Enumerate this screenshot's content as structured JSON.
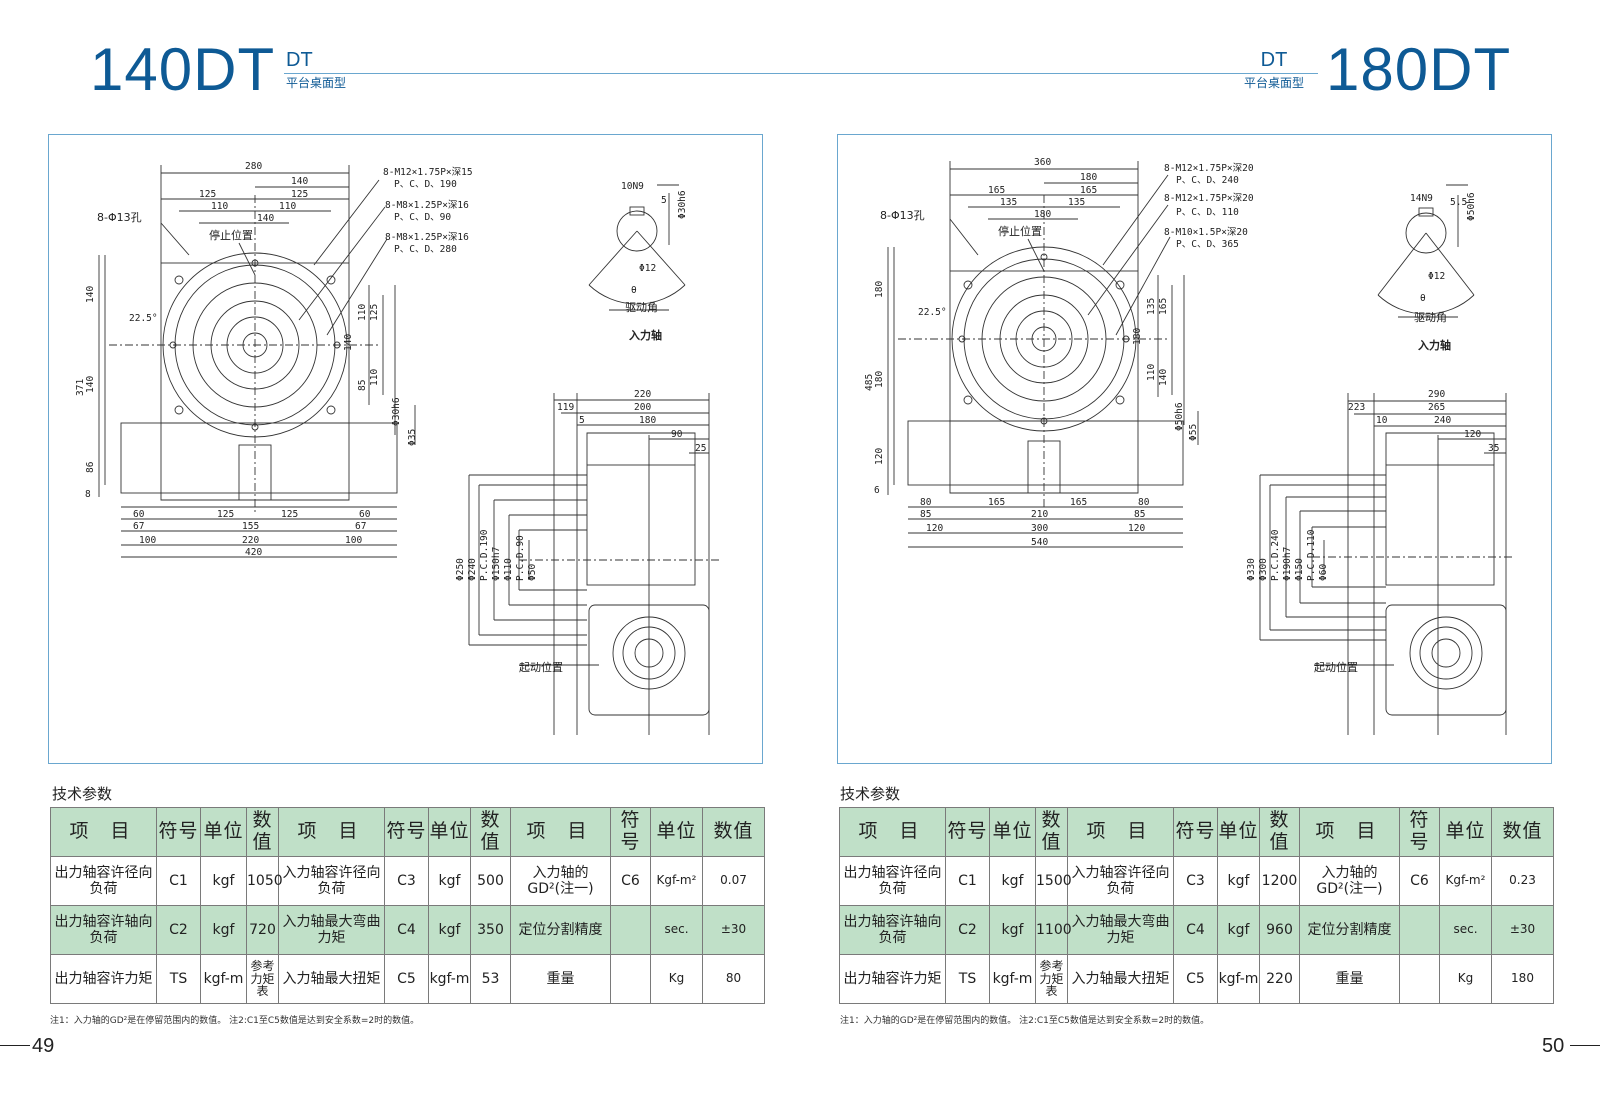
{
  "left_page": {
    "model": "140DT",
    "series_code": "DT",
    "series_name": "平台桌面型",
    "section_title": "技术参数",
    "footnote": "注1：入力轴的GD²是在停留范围内的数值。   注2:C1至C5数值是达到安全系数=2时的数值。",
    "page_number": "49",
    "drawing": {
      "top_dims": [
        "280",
        "140",
        "125",
        "125",
        "110",
        "110",
        "140"
      ],
      "hole_label": "8-Φ13孔",
      "stop_label": "停止位置",
      "angle_label": "22.5°",
      "bolt_notes": [
        "8-M12×1.75P×深15",
        "P、C、D、190",
        "8-M8×1.25P×深16",
        "P、C、D、90",
        "8-M8×1.25P×深16",
        "P、C、D、280"
      ],
      "left_dims": [
        "140",
        "140",
        "371",
        "86",
        "8"
      ],
      "right_dims": [
        "125",
        "110",
        "140",
        "110",
        "85",
        "Φ30h6",
        "Φ35"
      ],
      "bottom_dims": [
        "60",
        "67",
        "100",
        "125",
        "125",
        "155",
        "220",
        "420",
        "60",
        "67",
        "100"
      ],
      "shaft_dims": [
        "10N9",
        "Φ30h6",
        "5",
        "Φ12",
        "θ"
      ],
      "drive_angle_label": "驱动角",
      "input_shaft_label": "入力轴",
      "side_dims": [
        "220",
        "200",
        "180",
        "119",
        "5",
        "90",
        "25"
      ],
      "side_vertical_dims": [
        "Φ250",
        "Φ240",
        "P.C.D.190",
        "Φ150h7",
        "Φ110",
        "P.C.D.90",
        "Φ50"
      ],
      "start_label": "起动位置"
    },
    "table": {
      "headers": [
        "项 目",
        "符号",
        "单位",
        "数值",
        "项 目",
        "符号",
        "单位",
        "数值",
        "项 目",
        "符号",
        "单位",
        "数值"
      ],
      "rows": [
        [
          "出力轴容许径向负荷",
          "C1",
          "kgf",
          "1050",
          "入力轴容许径向负荷",
          "C3",
          "kgf",
          "500",
          "入力轴的GD²(注一)",
          "C6",
          "Kgf-m²",
          "0.07"
        ],
        [
          "出力轴容许轴向负荷",
          "C2",
          "kgf",
          "720",
          "入力轴最大弯曲力矩",
          "C4",
          "kgf",
          "350",
          "定位分割精度",
          "",
          "sec.",
          "±30"
        ],
        [
          "出力轴容许力矩",
          "TS",
          "kgf-m",
          "参考力矩表",
          "入力轴最大扭矩",
          "C5",
          "kgf-m",
          "53",
          "重量",
          "",
          "Kg",
          "80"
        ]
      ]
    }
  },
  "right_page": {
    "model": "180DT",
    "series_code": "DT",
    "series_name": "平台桌面型",
    "section_title": "技术参数",
    "footnote": "注1：入力轴的GD²是在停留范围内的数值。   注2:C1至C5数值是达到安全系数=2时的数值。",
    "page_number": "50",
    "drawing": {
      "top_dims": [
        "360",
        "180",
        "165",
        "165",
        "135",
        "135",
        "180"
      ],
      "hole_label": "8-Φ13孔",
      "stop_label": "停止位置",
      "angle_label": "22.5°",
      "bolt_notes": [
        "8-M12×1.75P×深20",
        "P、C、D、240",
        "8-M12×1.75P×深20",
        "P、C、D、110",
        "8-M10×1.5P×深20",
        "P、C、D、365"
      ],
      "left_dims": [
        "180",
        "180",
        "485",
        "120",
        "6"
      ],
      "right_dims": [
        "165",
        "135",
        "180",
        "110",
        "140",
        "Φ50h6",
        "Φ55"
      ],
      "bottom_dims": [
        "80",
        "85",
        "120",
        "165",
        "165",
        "210",
        "300",
        "540",
        "80",
        "85",
        "120"
      ],
      "shaft_dims": [
        "14N9",
        "Φ50h6",
        "5.5",
        "Φ12",
        "θ"
      ],
      "drive_angle_label": "驱动角",
      "input_shaft_label": "入力轴",
      "side_dims": [
        "290",
        "265",
        "240",
        "223",
        "10",
        "120",
        "35"
      ],
      "side_vertical_dims": [
        "Φ330",
        "Φ300",
        "P.C.D.240",
        "Φ190h7",
        "Φ150",
        "P.C.D.110",
        "Φ60"
      ],
      "start_label": "起动位置"
    },
    "table": {
      "headers": [
        "项 目",
        "符号",
        "单位",
        "数值",
        "项 目",
        "符号",
        "单位",
        "数值",
        "项 目",
        "符号",
        "单位",
        "数值"
      ],
      "rows": [
        [
          "出力轴容许径向负荷",
          "C1",
          "kgf",
          "1500",
          "入力轴容许径向负荷",
          "C3",
          "kgf",
          "1200",
          "入力轴的GD²(注一)",
          "C6",
          "Kgf-m²",
          "0.23"
        ],
        [
          "出力轴容许轴向负荷",
          "C2",
          "kgf",
          "1100",
          "入力轴最大弯曲力矩",
          "C4",
          "kgf",
          "960",
          "定位分割精度",
          "",
          "sec.",
          "±30"
        ],
        [
          "出力轴容许力矩",
          "TS",
          "kgf-m",
          "参考力矩表",
          "入力轴最大扭矩",
          "C5",
          "kgf-m",
          "220",
          "重量",
          "",
          "Kg",
          "180"
        ]
      ]
    }
  },
  "colors": {
    "title_blue": "#0e5a95",
    "rule_blue": "#6aa7cf",
    "table_green": "#c0e0c8"
  }
}
